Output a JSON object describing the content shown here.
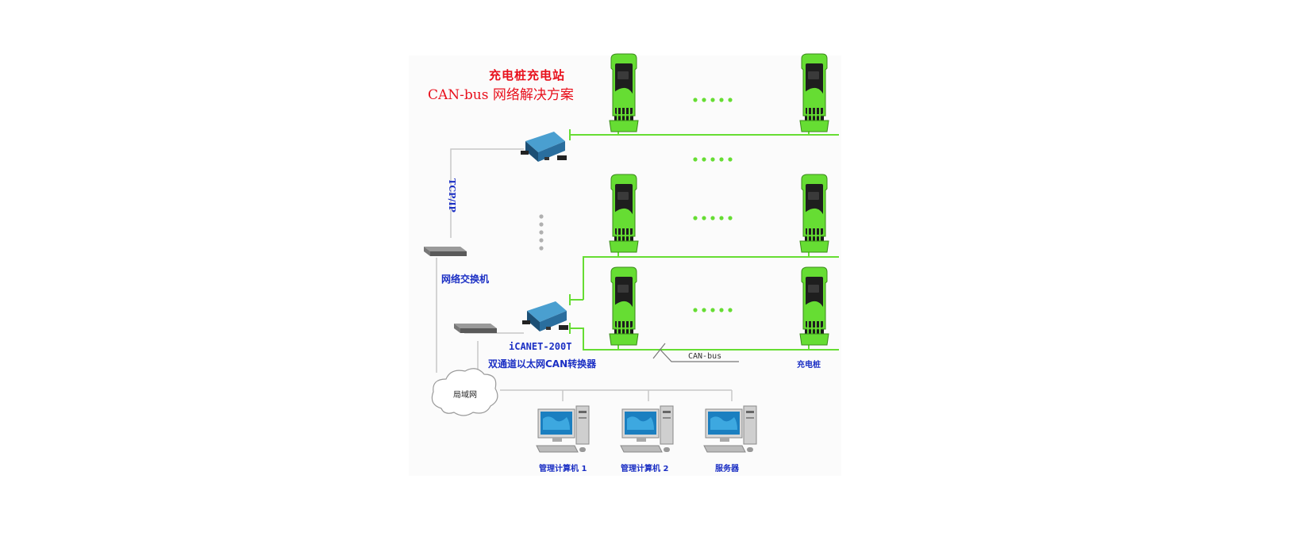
{
  "title": {
    "line1": "充电桩充电站",
    "line2": "CAN-bus 网络解决方案"
  },
  "labels": {
    "tcp_ip": "TCP/IP",
    "switch": "网络交换机",
    "model": "iCANET-200T",
    "converter": "双通道以太网CAN转换器",
    "canbus": "CAN-bus",
    "charger": "充电桩",
    "lan": "局域网",
    "pc1": "管理计算机 1",
    "pc2": "管理计算机 2",
    "server": "服务器"
  },
  "colors": {
    "title": "#e8101c",
    "label": "#1b2fc4",
    "bus": "#66dd33",
    "device": "#2e6f9e",
    "charger_green": "#66dd33",
    "charger_dark": "#1a1a1a"
  },
  "icons": [
    "charging-pile-icon",
    "converter-icon",
    "network-switch-icon",
    "cloud-icon",
    "computer-icon"
  ]
}
